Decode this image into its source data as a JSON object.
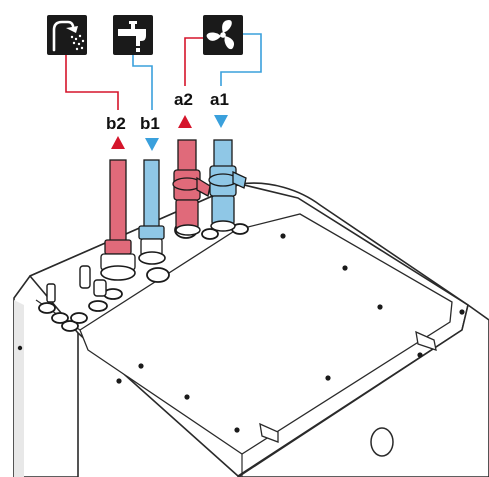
{
  "labels": {
    "b2": "b2",
    "b1": "b1",
    "a2": "a2",
    "a1": "a1"
  },
  "icons": {
    "shower": "shower-icon",
    "tap": "tap-icon",
    "fan": "fan-icon"
  },
  "colors": {
    "hot_pipe": "#e06a7a",
    "cold_pipe": "#8fc7e6",
    "hot_arrow": "#d5152b",
    "cold_arrow": "#3aa0dc",
    "hot_line": "#d5152b",
    "cold_line": "#3aa0dc",
    "icon_bg": "#1a1a1a"
  }
}
